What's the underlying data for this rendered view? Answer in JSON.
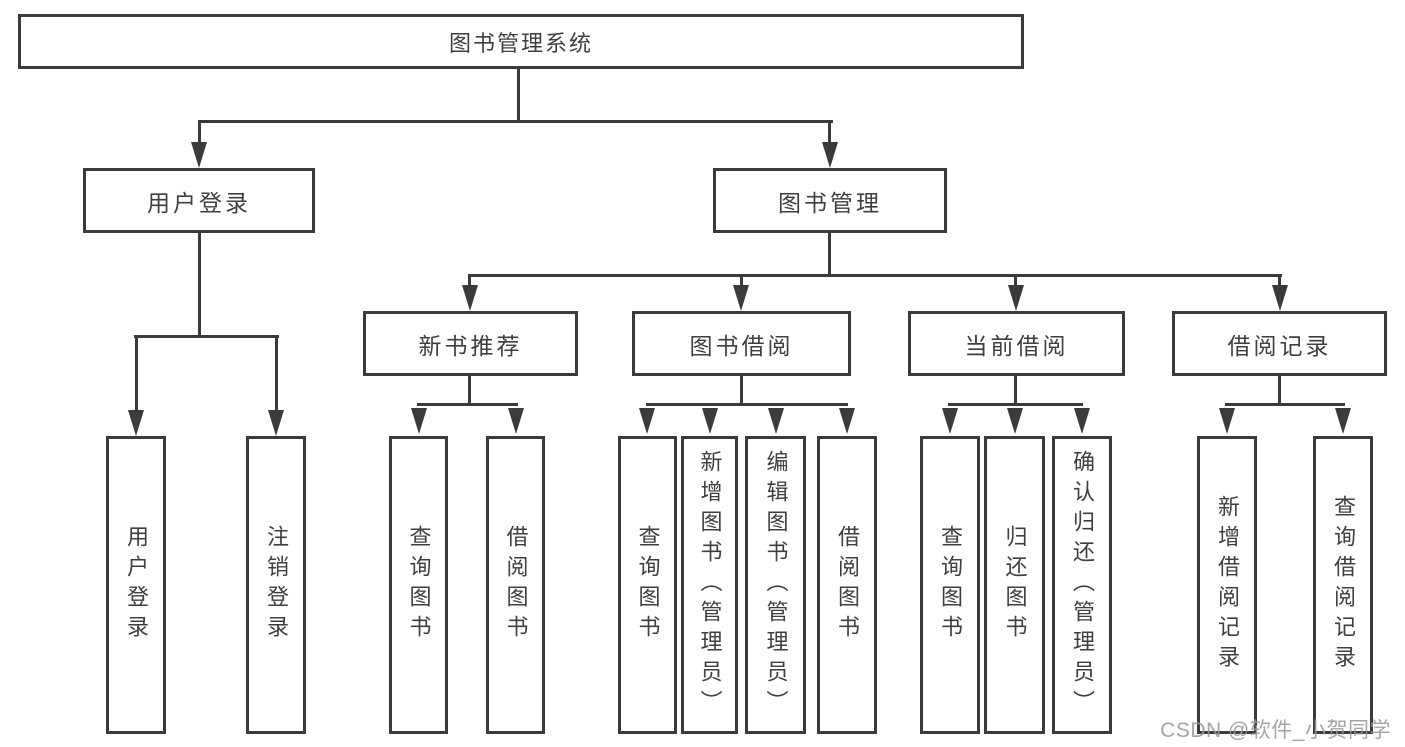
{
  "root": {
    "label": "图书管理系统"
  },
  "level2": {
    "user_login": {
      "label": "用户登录"
    },
    "book_mgmt": {
      "label": "图书管理"
    }
  },
  "level3": {
    "new_book_rec": {
      "label": "新书推荐"
    },
    "book_borrow": {
      "label": "图书借阅"
    },
    "current_borrow": {
      "label": "当前借阅"
    },
    "borrow_records": {
      "label": "借阅记录"
    }
  },
  "leaves": {
    "login": {
      "label": "用户登录"
    },
    "logout": {
      "label": "注销登录"
    },
    "rec_query_book": {
      "label": "查询图书"
    },
    "rec_borrow_book": {
      "label": "借阅图书"
    },
    "bb_query_book": {
      "label": "查询图书"
    },
    "bb_add_book": {
      "label": "新增图书（管理员）"
    },
    "bb_edit_book": {
      "label": "编辑图书（管理员）"
    },
    "bb_borrow_book": {
      "label": "借阅图书"
    },
    "cb_query_book": {
      "label": "查询图书"
    },
    "cb_return_book": {
      "label": "归还图书"
    },
    "cb_confirm_return": {
      "label": "确认归还（管理员）"
    },
    "br_add_record": {
      "label": "新增借阅记录"
    },
    "br_query_record": {
      "label": "查询借阅记录"
    }
  },
  "watermark": "CSDN @软件_小贺同学"
}
